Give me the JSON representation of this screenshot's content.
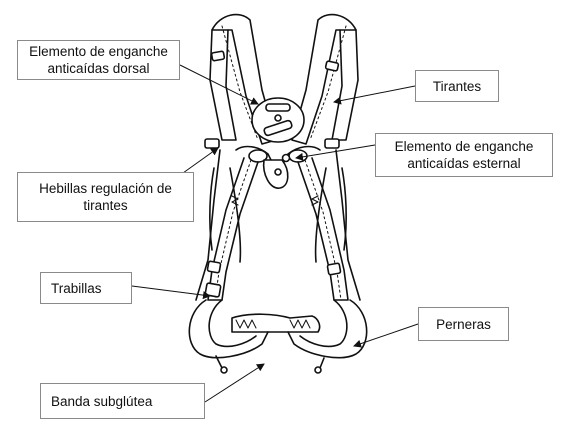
{
  "diagram": {
    "labels": {
      "dorsal": "Elemento de enganche\nanticaídas dorsal",
      "tirantes": "Tirantes",
      "esternal": "Elemento de enganche\nanticaídas esternal",
      "hebillas": "Hebillas regulación de\ntirantes",
      "trabillas": "Trabillas",
      "perneras": "Perneras",
      "banda": "Banda subglútea"
    },
    "colors": {
      "line": "#111111",
      "box_border": "#8a8a8a",
      "background": "#ffffff"
    }
  }
}
